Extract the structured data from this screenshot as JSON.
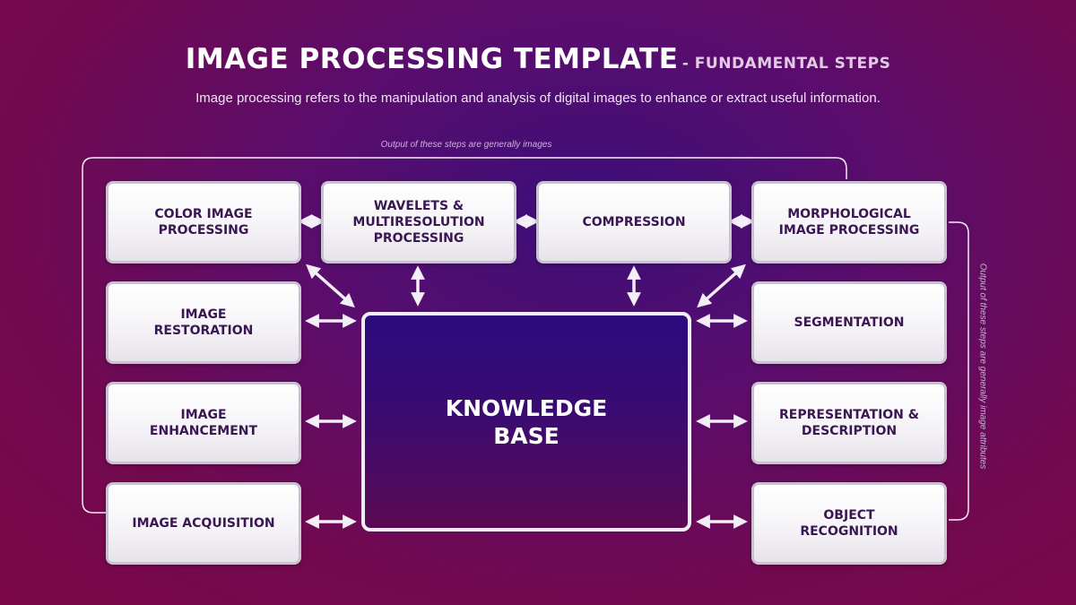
{
  "header": {
    "title": "IMAGE PROCESSING TEMPLATE",
    "title_suffix": "- FUNDAMENTAL STEPS",
    "subtitle": "Image processing refers to the manipulation and analysis of digital images to enhance or extract useful information."
  },
  "notes": {
    "top": "Output of these steps are generally images",
    "right": "Output of these steps are generally image attributes"
  },
  "center": {
    "label": "KNOWLEDGE\nBASE"
  },
  "steps": {
    "color_image_processing": "COLOR IMAGE\nPROCESSING",
    "wavelets": "WAVELETS &\nMULTIRESOLUTION\nPROCESSING",
    "compression": "COMPRESSION",
    "morphological": "MORPHOLOGICAL\nIMAGE PROCESSING",
    "image_restoration": "IMAGE\nRESTORATION",
    "segmentation": "SEGMENTATION",
    "image_enhancement": "IMAGE\nENHANCEMENT",
    "representation": "REPRESENTATION &\nDESCRIPTION",
    "image_acquisition": "IMAGE ACQUISITION",
    "object_recognition": "OBJECT\nRECOGNITION"
  },
  "colors": {
    "box_text": "#3a1752",
    "connector": "#f3eef7",
    "background_center": "#3a0f7a",
    "background_edge": "#7a0848"
  }
}
